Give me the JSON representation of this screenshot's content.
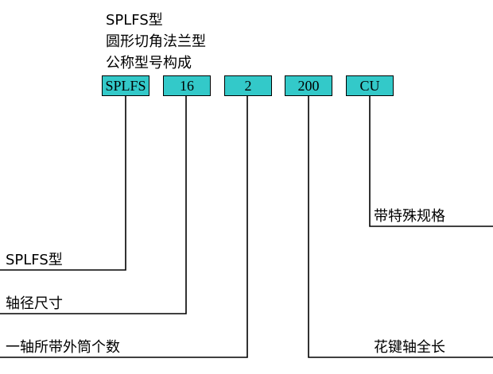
{
  "title_lines": [
    "SPLFS型",
    "圆形切角法兰型",
    "公称型号构成"
  ],
  "code_boxes": [
    "SPLFS",
    "16",
    "2",
    "200",
    "CU"
  ],
  "labels": {
    "model_type": "SPLFS型",
    "shaft_diameter": "轴径尺寸",
    "outer_cylinders": "一轴所带外筒个数",
    "spline_length": "花键轴全长",
    "special_spec": "带特殊规格"
  },
  "colors": {
    "box_fill": "#33c9c9",
    "line": "#000000"
  }
}
